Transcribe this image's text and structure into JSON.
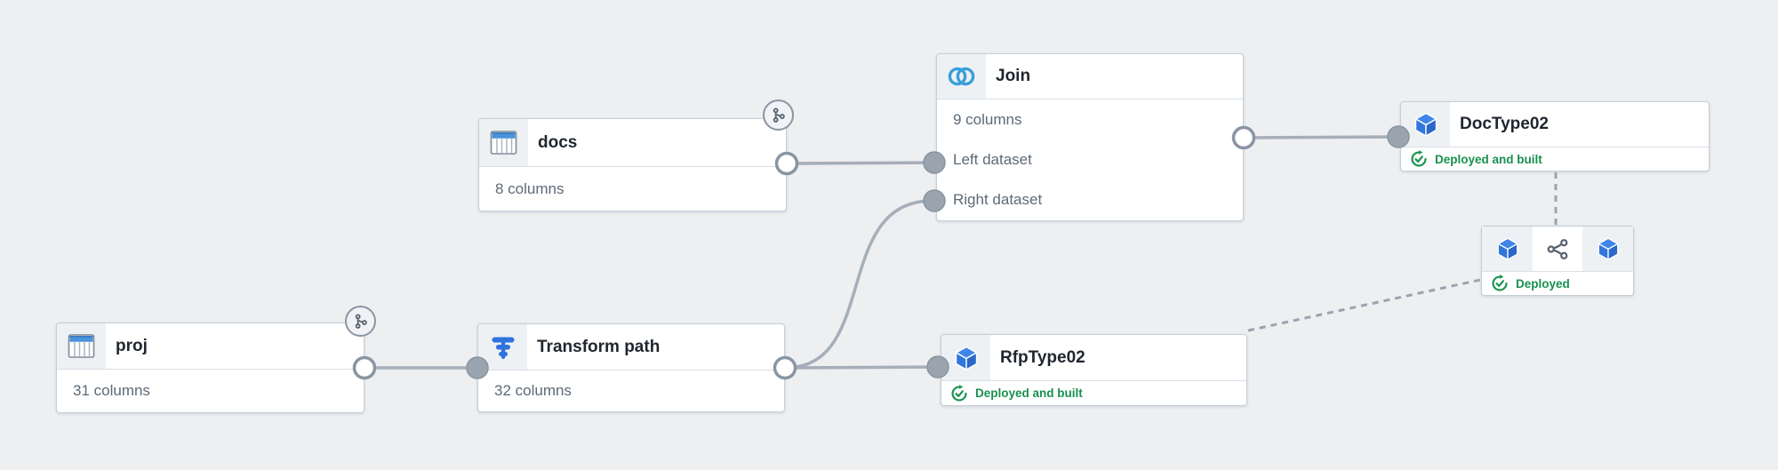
{
  "app": {
    "view": "pipeline-graph"
  },
  "colors": {
    "canvas_bg": "#edeff1",
    "node_border": "#c6ced6",
    "edge": "#a6aeb9",
    "edge_dashed": "#9aa3ae",
    "port_input_fill": "#9aa4af",
    "port_output_fill": "#ffffff",
    "title_text": "#1f262e",
    "secondary_text": "#5d6a77",
    "status_green": "#17904f",
    "table_icon_blue": "#4a94dc",
    "transform_icon_blue": "#2f72e0",
    "join_icon_blue": "#3a9fd9",
    "cube_icon_blue": "#2d6fd3"
  },
  "nodes": {
    "proj": {
      "title": "proj",
      "columns": "31 columns",
      "icon": "table-icon",
      "badge": "branch-icon"
    },
    "docs": {
      "title": "docs",
      "columns": "8 columns",
      "icon": "table-icon",
      "badge": "branch-icon"
    },
    "transform_path": {
      "title": "Transform path",
      "columns": "32 columns",
      "icon": "transform-icon"
    },
    "join": {
      "title": "Join",
      "columns": "9 columns",
      "left_input": "Left dataset",
      "right_input": "Right dataset",
      "icon": "join-icon"
    },
    "doctype02": {
      "title": "DocType02",
      "status": "Deployed and built",
      "icon": "cube-icon",
      "status_icon": "deployed-check-icon"
    },
    "rfptype02": {
      "title": "RfpType02",
      "status": "Deployed and built",
      "icon": "cube-icon",
      "status_icon": "deployed-check-icon"
    },
    "shared_objects": {
      "status": "Deployed",
      "icons": [
        "cube-icon",
        "share-icon",
        "cube-icon"
      ],
      "status_icon": "deployed-check-icon"
    }
  }
}
